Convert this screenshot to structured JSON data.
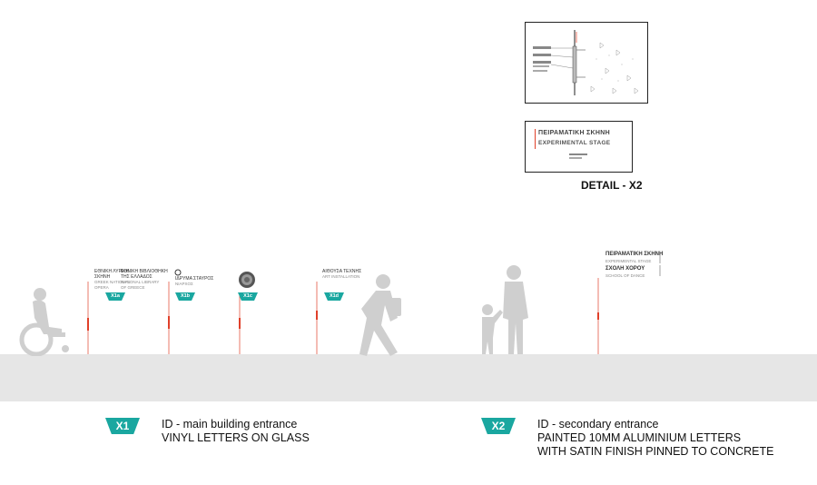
{
  "detail": {
    "title": "DETAIL - X2",
    "stage_sign": {
      "line1": "ΠΕΙΡΑΜΑΤΙΚΗ ΣΚΗΝΗ",
      "line2": "EXPERIMENTAL STAGE"
    }
  },
  "elevation": {
    "tags": [
      "X1a",
      "X1b",
      "X1c",
      "X1d"
    ],
    "sign_x1a": {
      "col1": [
        "ΕΘΝΙΚΗ ΛΥΡΙΚΗ",
        "ΣΚΗΝΗ",
        "GREEK NATIONAL",
        "OPERA"
      ],
      "col2": [
        "ΕΘΝΙΚΗ ΒΙΒΛΙΟΘΗΚΗ",
        "ΤΗΣ ΕΛΛΑΔΟΣ",
        "NATIONAL LIBRARY",
        "OF GREECE"
      ]
    },
    "sign_x1b": [
      "ΙΔΡΥΜΑ ΣΤΑΥΡΟΣ",
      "ΝΙΑΡΧΟΣ"
    ],
    "sign_x1d": [
      "ΑΙΘΟΥΣΑ ΤΕΧΝΗΣ",
      "ART INSTALLATION"
    ],
    "sign_x2": {
      "line1": "ΠΕΙΡΑΜΑΤΙΚΗ ΣΚΗΝΗ",
      "line2": "EXPERIMENTAL STAGE",
      "line3": "ΣΧΟΛΗ ΧΟΡΟΥ",
      "line4": "SCHOOL OF DANCE"
    }
  },
  "legend": {
    "x1": {
      "badge": "X1",
      "line1": "ID - main building entrance",
      "line2": "VINYL LETTERS ON GLASS"
    },
    "x2": {
      "badge": "X2",
      "line1": "ID - secondary entrance",
      "line2": "PAINTED 10MM ALUMINIUM LETTERS",
      "line3": "WITH SATIN FINISH PINNED TO CONCRETE"
    }
  },
  "colors": {
    "accent": "#1aa7a0",
    "dimension_red": "#e0402a",
    "ground": "#e6e6e6",
    "silhouette": "#cfcfcf"
  }
}
